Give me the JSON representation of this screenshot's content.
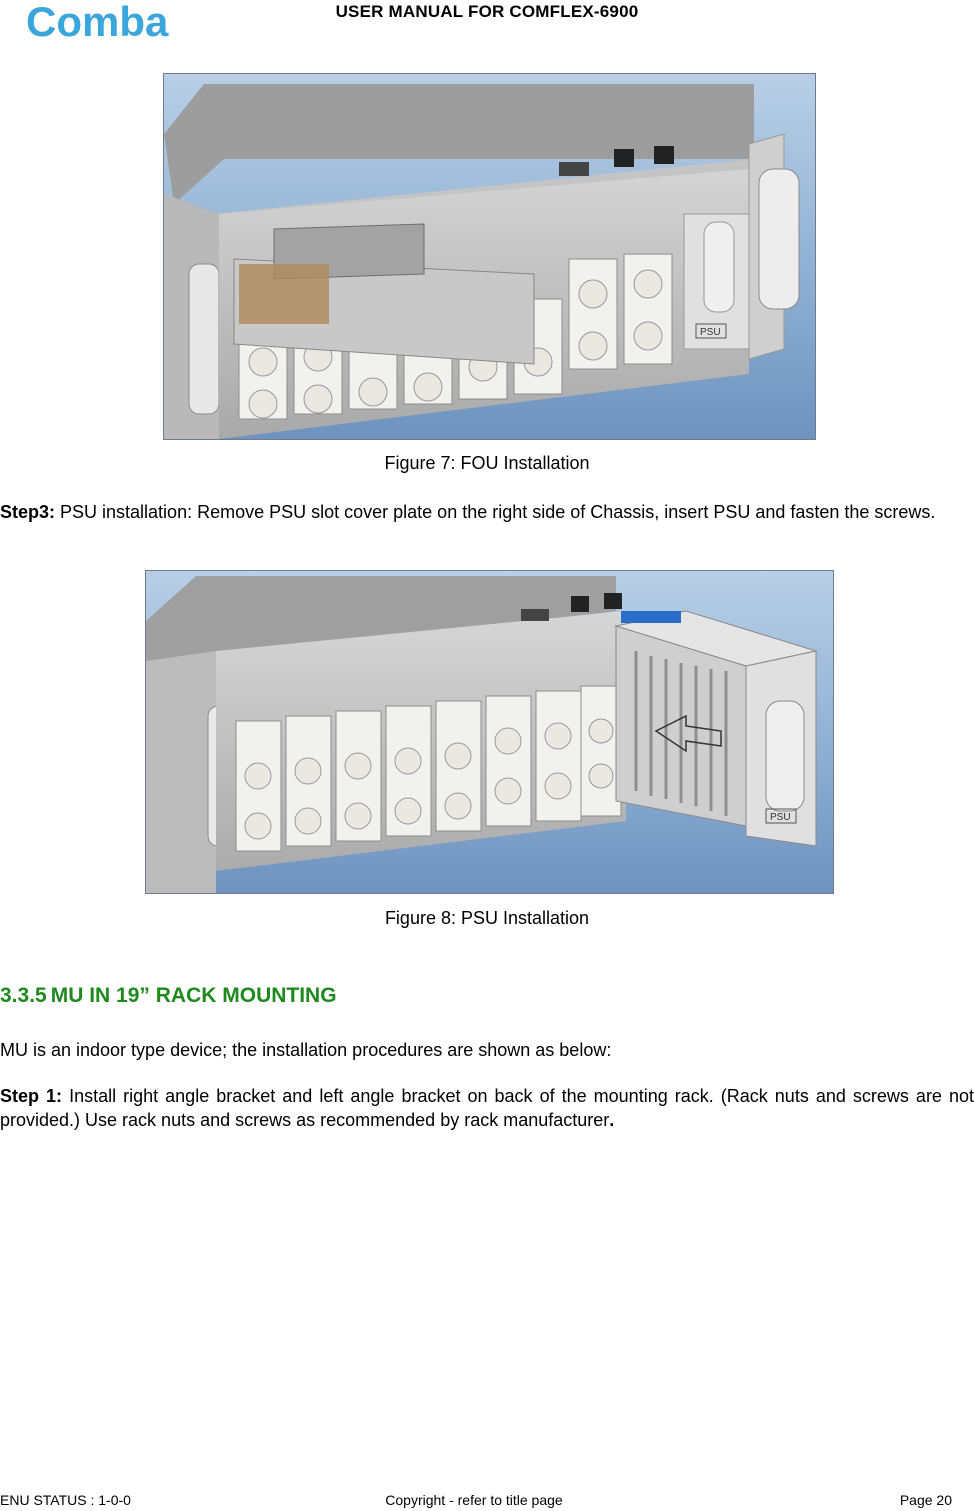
{
  "header": {
    "logo_text": "Comba",
    "title": "USER MANUAL FOR COMFLEX-6900"
  },
  "figures": [
    {
      "caption": "Figure 7: FOU Installation",
      "panel_label": "PSU"
    },
    {
      "caption": "Figure 8: PSU Installation",
      "panel_label": "PSU"
    }
  ],
  "step3": {
    "label": "Step3:",
    "text": " PSU installation: Remove PSU slot cover plate on the right side of Chassis, insert PSU and fasten the screws."
  },
  "section": {
    "number": "3.3.5",
    "title": "MU IN 19” RACK MOUNTING"
  },
  "intro": "MU is an indoor type device; the installation procedures are shown as below:",
  "step1": {
    "label": "Step 1:",
    "text": " Install right angle bracket and left angle bracket on back of the mounting rack. (Rack nuts and screws are not provided.) Use rack nuts and screws as recommended by rack manufacturer",
    "end": "."
  },
  "footer": {
    "status": "ENU STATUS : 1-0-0",
    "copyright": "Copyright - refer to title page",
    "page": "Page 20"
  },
  "colors": {
    "logo": "#3aa6dc",
    "heading": "#1e8a1e"
  }
}
